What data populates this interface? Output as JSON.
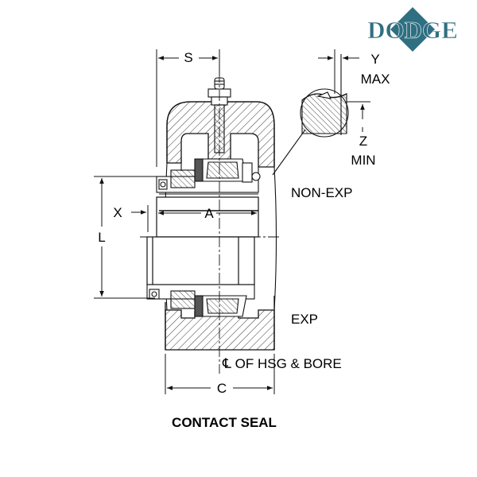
{
  "logo": {
    "text": "DODGE",
    "color": "#2f6f82"
  },
  "dimensions": {
    "S": "S",
    "Y": "Y",
    "Y_note": "MAX",
    "Z": "Z",
    "Z_note": "MIN",
    "X": "X",
    "A": "A",
    "L": "L",
    "C": "C"
  },
  "labels": {
    "non_exp": "NON-EXP",
    "exp": "EXP",
    "centerline": "℄ OF HSG & BORE"
  },
  "caption": "CONTACT SEAL",
  "colors": {
    "line": "#111111",
    "hatch": "#222222"
  }
}
